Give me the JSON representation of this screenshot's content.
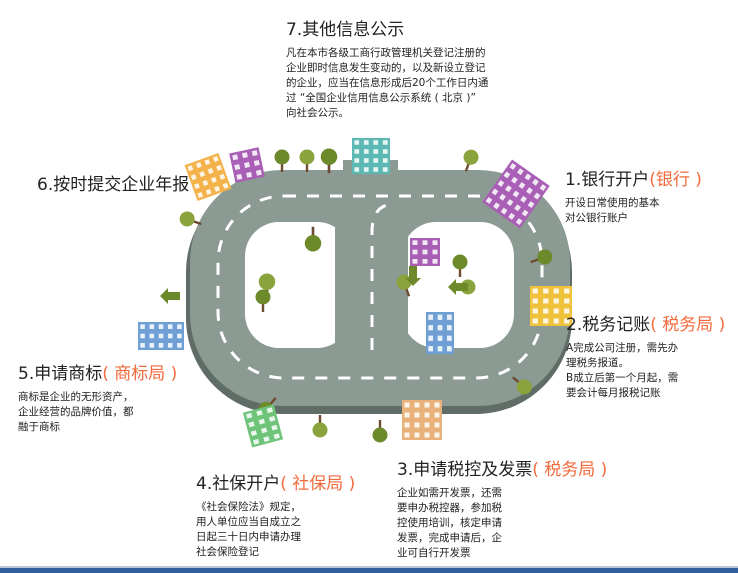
{
  "colors": {
    "road": "#8b9a92",
    "road_shadow": "#5f6d66",
    "lane": "#ffffff",
    "tree_green": "#8aa33c",
    "tree_dark": "#6c8a2a",
    "trunk": "#6d4c2f",
    "accent": "#f26a3c",
    "bar_top": "#b9c5d4",
    "bar_main": "#2f5d9e",
    "bldg_purple": "#a85fb5",
    "bldg_orange": "#f3b24a",
    "bldg_blue": "#6f9fd4",
    "bldg_green": "#6fc47a",
    "bldg_teal": "#5bb8b2",
    "bldg_yellow": "#f0c23c",
    "bldg_tan": "#e8b27a"
  },
  "steps": [
    {
      "number": "1.",
      "name": "银行开户",
      "agency": "(银行 )",
      "lines": [
        "开设日常使用的基本",
        "对公银行账户"
      ]
    },
    {
      "number": "2.",
      "name": "税务记账",
      "agency": "( 税务局 )",
      "lines": [
        "A完成公司注册，需先办",
        "理税务报道。",
        "B成立后第一个月起，需",
        "要会计每月报税记账"
      ]
    },
    {
      "number": "3.",
      "name": "申请税控及发票",
      "agency": "( 税务局 )",
      "lines": [
        "企业如需开发票，还需",
        "要申办税控器，参加税",
        "控使用培训，核定申请",
        "发票，完成申请后，企",
        "业可自行开发票"
      ]
    },
    {
      "number": "4.",
      "name": "社保开户",
      "agency": "( 社保局 )",
      "lines": [
        "《社会保险法》规定，",
        "用人单位应当自成立之",
        "日起三十日内申请办理",
        "社会保险登记"
      ]
    },
    {
      "number": "5.",
      "name": "申请商标",
      "agency": "( 商标局 )",
      "lines": [
        "商标是企业的无形资产，",
        "企业经营的品牌价值，都",
        "融于商标"
      ]
    },
    {
      "number": "6.",
      "name": "按时提交企业年报",
      "agency": "",
      "lines": []
    },
    {
      "number": "7.",
      "name": "其他信息公示",
      "agency": "",
      "lines": [
        "凡在本市各级工商行政管理机关登记注册的",
        "企业即时信息发生变动的，以及新设立登记",
        "的企业，应当在信息形成后20个工作日内通",
        "过 “全国企业信用信息公示系统 ( 北京 )”",
        "向社会公示。"
      ]
    }
  ]
}
